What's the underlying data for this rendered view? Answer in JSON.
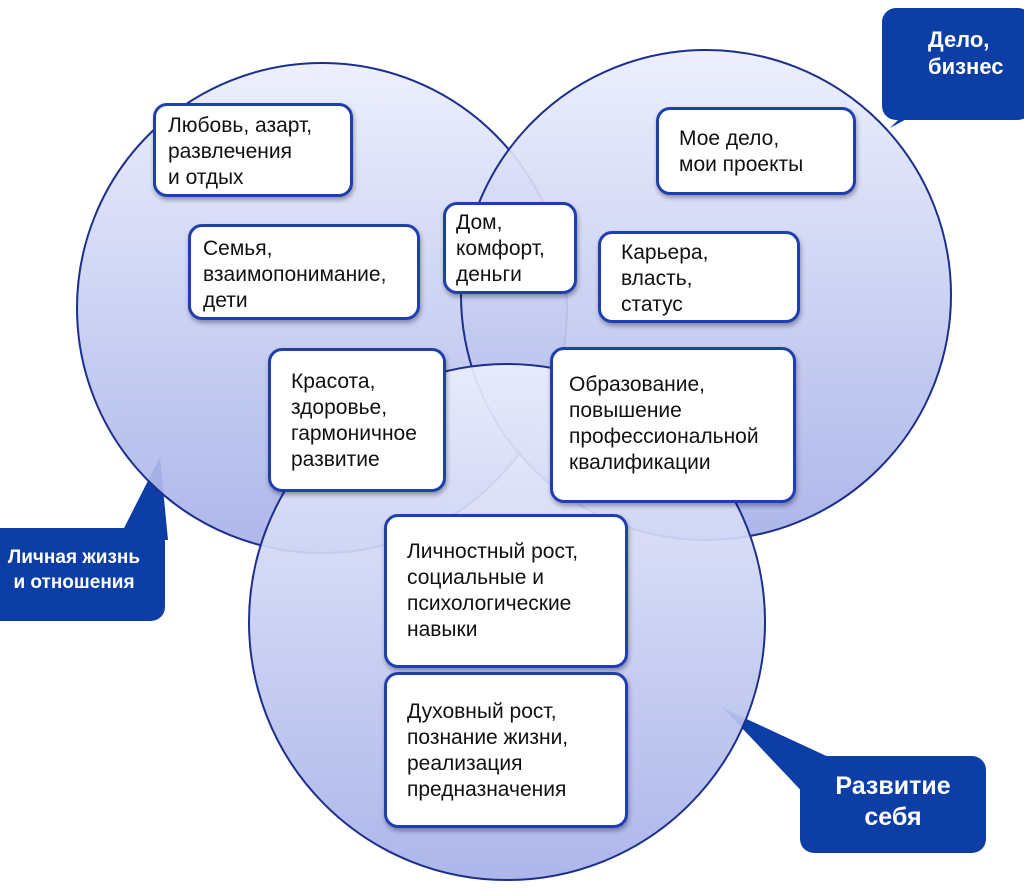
{
  "colors": {
    "circle_light": "#ebeefc",
    "circle_dark": "#a6b0e8",
    "circle_stroke": "#1c2f8c",
    "box_border": "#1f3fae",
    "callout_fill": "#0d3ea6"
  },
  "circles": {
    "personal": {
      "label": "Личная жизнь\nи отношения"
    },
    "business": {
      "label": "Дело,\nбизнес"
    },
    "self": {
      "label": "Развитие\nсебя"
    }
  },
  "boxes": {
    "love": "Любовь, азарт,\nразвлечения\nи отдых",
    "family": "Семья,\nвзаимопонимание,\nдети",
    "home": "Дом,\nкомфорт,\nденьги",
    "my_business": "Мое дело,\nмои проекты",
    "career": "Карьера,\nвласть,\nстатус",
    "beauty": "Красота,\nздоровье,\nгармоничное\nразвитие",
    "education": "Образование,\nповышение\nпрофессиональной\nквалификации",
    "personal_growth": "Личностный рост,\nсоциальные и\nпсихологические\nнавыки",
    "spiritual_growth": "Духовный рост,\nпознание жизни,\nреализация\nпредназначения"
  }
}
